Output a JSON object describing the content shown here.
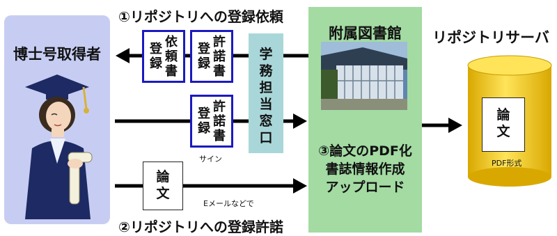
{
  "step1": "①リポジトリへの登録依頼",
  "step2": "②リポジトリへの登録許諾",
  "holder": {
    "title": "博士号取得者"
  },
  "docs": {
    "request": {
      "col1": [
        "依",
        "頼",
        "書"
      ],
      "col2": [
        "登",
        "録"
      ]
    },
    "permission_top": {
      "col1": [
        "許",
        "諾",
        "書"
      ],
      "col2": [
        "登",
        "録"
      ]
    },
    "permission_mid": {
      "col1": [
        "許",
        "諾",
        "書"
      ],
      "col2": [
        "登",
        "録"
      ]
    },
    "thesis": [
      "論",
      "文"
    ]
  },
  "sign_label": "サイン",
  "email_label": "Eメールなどで",
  "desk": {
    "lines": [
      "学",
      "務",
      "担",
      "当",
      "窓",
      "口"
    ]
  },
  "library": {
    "title": "附属図書館",
    "steps": [
      "③論文のPDF化",
      "書誌情報作成",
      "アップロード"
    ]
  },
  "server": {
    "title": "リポジトリサーバ",
    "doc": [
      "論",
      "文"
    ],
    "format": "PDF形式"
  },
  "colors": {
    "holder_bg": "#c7cdf2",
    "library_bg": "#a3dba3",
    "desk_bg": "#a9d7d9",
    "doc_border": "#1a1abf",
    "cylinder": "#f3c812"
  }
}
